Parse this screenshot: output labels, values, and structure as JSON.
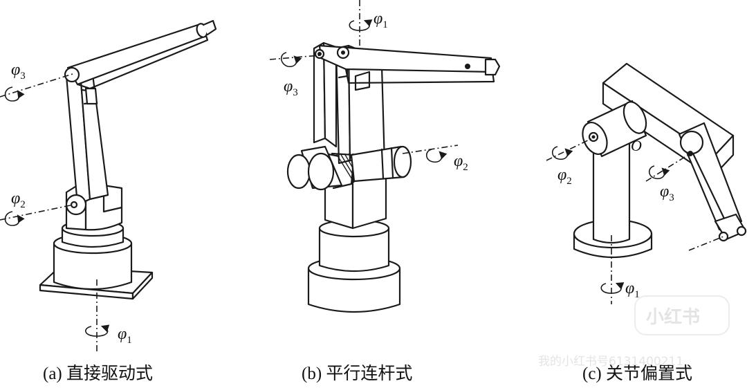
{
  "panels": [
    {
      "id": "a",
      "caption": "(a) 直接驱动式",
      "joints": [
        {
          "symbol": "φ",
          "subscript": "3"
        },
        {
          "symbol": "φ",
          "subscript": "2"
        },
        {
          "symbol": "φ",
          "subscript": "1"
        }
      ]
    },
    {
      "id": "b",
      "caption": "(b) 平行连杆式",
      "joints": [
        {
          "symbol": "φ",
          "subscript": "1"
        },
        {
          "symbol": "φ",
          "subscript": "3"
        },
        {
          "symbol": "φ",
          "subscript": "2"
        }
      ]
    },
    {
      "id": "c",
      "caption": "(c) 关节偏置式",
      "origin_label": "O",
      "joints": [
        {
          "symbol": "φ",
          "subscript": "2"
        },
        {
          "symbol": "φ",
          "subscript": "3"
        },
        {
          "symbol": "φ",
          "subscript": "1"
        }
      ]
    }
  ],
  "watermark": {
    "logo_text": "小红书",
    "account_text": "我的小红书号6131400211"
  }
}
